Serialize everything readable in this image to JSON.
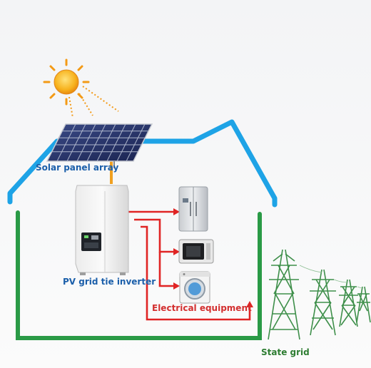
{
  "labels": {
    "solar_panel": "Solar panel array",
    "inverter": "PV grid tie inverter",
    "equipment": "Electrical equipment",
    "grid": "State grid"
  },
  "colors": {
    "roof": "#1ea3e6",
    "wiring": "#2a9a46",
    "feed": "#e02424",
    "dc_cable": "#f0a020",
    "label_blue": "#1b5faa",
    "label_green": "#2e7d32",
    "label_red": "#d32f2f",
    "tower": "#3e8f4a",
    "sun": "#f39a16"
  },
  "icons": [
    "sun-icon",
    "solar-panel-icon",
    "inverter-icon",
    "refrigerator-icon",
    "microwave-icon",
    "washing-machine-icon",
    "transmission-tower-icon"
  ]
}
